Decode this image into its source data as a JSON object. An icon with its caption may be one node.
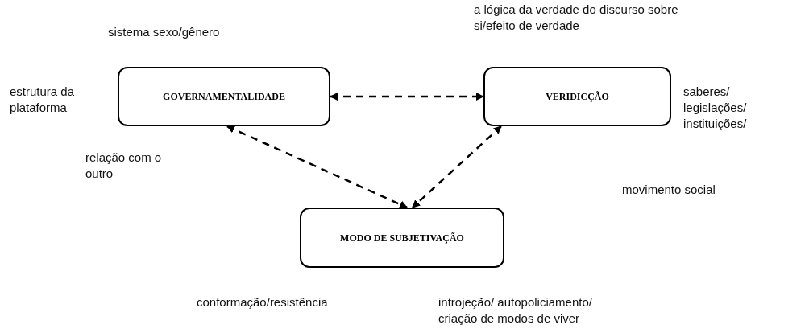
{
  "diagram": {
    "nodes": [
      {
        "text": [
          "GOVERNAMENTALIDADE"
        ]
      },
      {
        "text": [
          "VERIDICÇÃO"
        ]
      },
      {
        "text": [
          "MODO DE SUBJETIVAÇÃO"
        ]
      }
    ],
    "edges": [
      {
        "from": 0,
        "to": 1,
        "arrow": "both",
        "style": "dashed"
      },
      {
        "from": 0,
        "to": 2,
        "arrow": "both",
        "style": "dashed"
      },
      {
        "from": 1,
        "to": 2,
        "arrow": "both",
        "style": "dashed"
      }
    ],
    "labels": [
      "a lógica da verdade do discurso sobre si/efeito de verdade",
      "sistema sexo/gênero",
      "estrutura da plataforma",
      "saberes/ legislações/ instituições/",
      "relação com o outro",
      "movimento social",
      "conformação/resistência",
      "introjeção/ autopoliciamento/ criação de modos de viver"
    ]
  }
}
